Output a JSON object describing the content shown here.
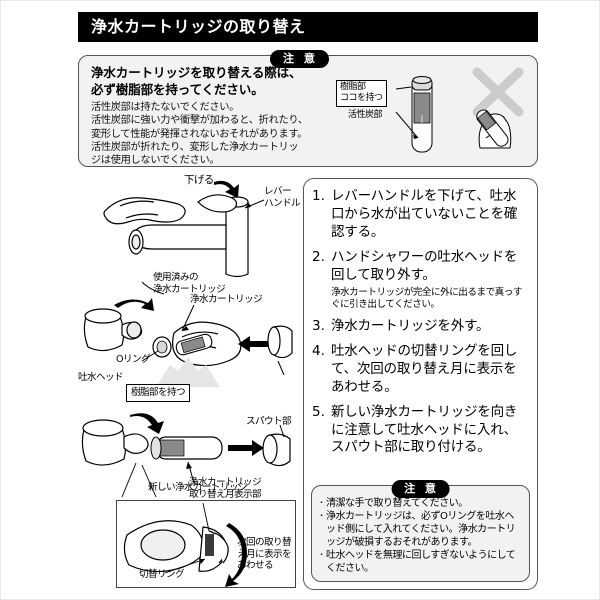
{
  "page": {
    "title": "浄水カートリッジの取り替え"
  },
  "top_caution": {
    "badge": "注 意",
    "main_lines": [
      "浄水カートリッジを取り替える際は、",
      "必ず樹脂部を持ってください。"
    ],
    "sub_lines": [
      "活性炭部は持たないでください。",
      "活性炭部に強い力や衝撃が加わると、折れたり、",
      "変形して性能が発揮されないおそれがあります。",
      "活性炭部が折れたり、変形した浄水カートリッ",
      "ジは使用しないでください。"
    ],
    "figure": {
      "resin_label_lines": [
        "樹脂部",
        "ココを持つ"
      ],
      "carbon_label": "活性炭部",
      "bad_mark": "×"
    }
  },
  "diagram": {
    "labels": {
      "lower": "下げる",
      "lever_handle_lines": [
        "レバー",
        "ハンドル"
      ],
      "used_cartridge_lines": [
        "使用済みの",
        "浄水カートリッジ"
      ],
      "cartridge": "浄水カートリッジ",
      "o_ring": "Oリング",
      "spout_head": "吐水ヘッド",
      "hold_resin": "樹脂部を持つ",
      "spout_part": "スパウト部",
      "new_cartridge": "新しい浄水カートリッジ",
      "month_display_lines": [
        "浄水カートリッジ",
        "取り替え月表示部"
      ],
      "switch_ring": "切替リング",
      "set_next_month_lines": [
        "次回の取り替",
        "え月に表示を",
        "あわせる"
      ]
    }
  },
  "steps": [
    {
      "num": "1.",
      "text": "レバーハンドルを下げて、吐水口から水が出ていないことを確認する。",
      "note": ""
    },
    {
      "num": "2.",
      "text": "ハンドシャワーの吐水ヘッドを回して取り外す。",
      "note": "浄水カートリッジが完全に外に出るまで真っすぐに引き出してください。"
    },
    {
      "num": "3.",
      "text": "浄水カートリッジを外す。",
      "note": ""
    },
    {
      "num": "4.",
      "text": "吐水ヘッドの切替リングを回して、次回の取り替え月に表示をあわせる。",
      "note": ""
    },
    {
      "num": "5.",
      "text": "新しい浄水カートリッジを向きに注意して吐水ヘッドに入れ、スパウト部に取り付ける。",
      "note": ""
    }
  ],
  "bottom_caution": {
    "badge": "注 意",
    "items": [
      "清潔な手で取り替えてください。",
      "浄水カートリッジは、必ずOリングを吐水ヘッド側にして入れてください。浄水カートリッジが破損するおそれがあります。",
      "吐水ヘッドを無理に回しすぎないようにしてください。"
    ]
  },
  "colors": {
    "title_bg": "#000000",
    "title_fg": "#ffffff",
    "panel_bg": "#f2f2f2",
    "border": "#555555"
  }
}
